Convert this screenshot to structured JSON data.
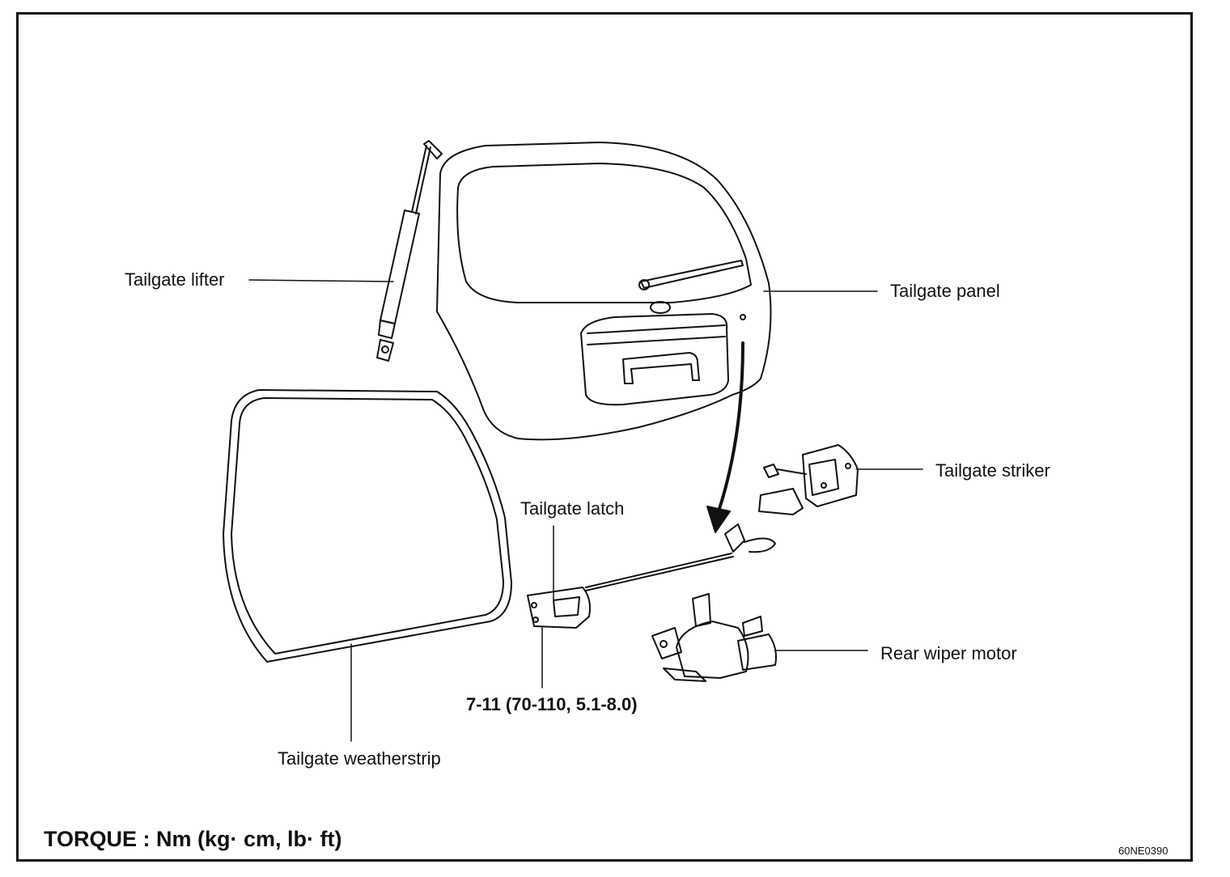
{
  "labels": {
    "tailgate_lifter": "Tailgate lifter",
    "tailgate_panel": "Tailgate panel",
    "tailgate_striker": "Tailgate striker",
    "tailgate_latch": "Tailgate latch",
    "rear_wiper_motor": "Rear wiper motor",
    "tailgate_weatherstrip": "Tailgate weatherstrip",
    "latch_torque": "7-11 (70-110, 5.1-8.0)"
  },
  "footer": {
    "torque_units": "TORQUE : Nm (kg· cm, lb· ft)",
    "figure_code": "60NE0390"
  },
  "colors": {
    "line": "#111111",
    "background": "#ffffff"
  }
}
